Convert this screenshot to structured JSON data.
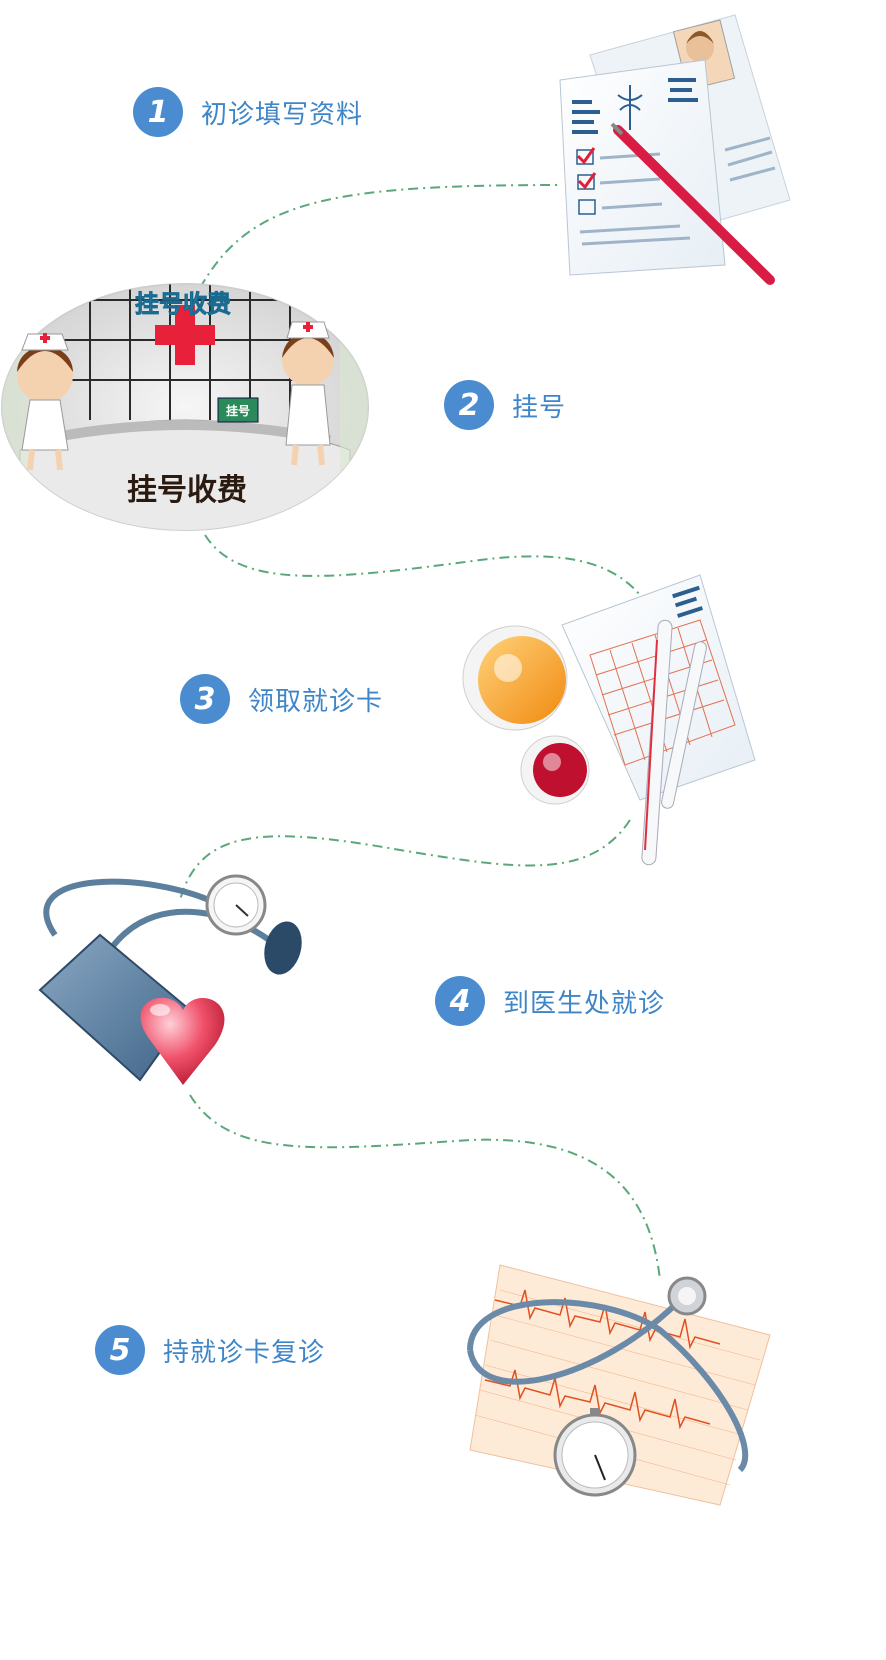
{
  "steps": [
    {
      "num": "1",
      "label": "初诊填写资料"
    },
    {
      "num": "2",
      "label": "挂号"
    },
    {
      "num": "3",
      "label": "领取就诊卡"
    },
    {
      "num": "4",
      "label": "到医生处就诊"
    },
    {
      "num": "5",
      "label": "持就诊卡复诊"
    }
  ],
  "registration_hall": {
    "sign_top": "挂号收费",
    "sign_bottom": "挂号收费",
    "counter_plate": "挂号"
  },
  "colors": {
    "step_circle": "#4a8ccf",
    "step_text": "#3f86c8",
    "path_line": "#5aa87a",
    "cross": "#e8203a"
  }
}
